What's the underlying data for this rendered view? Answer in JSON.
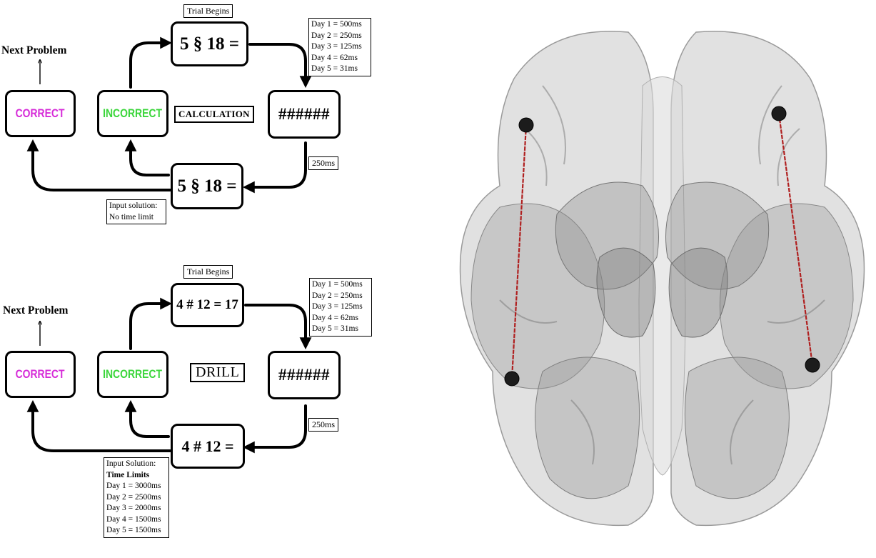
{
  "calculation_panel": {
    "trial_begins": "Trial Begins",
    "problem": "5 § 18 =",
    "mask": "######",
    "answer_prompt": "5 § 18 =",
    "mode_label": "CALCULATION",
    "correct": "CORRECT",
    "incorrect": "INCORRECT",
    "next_problem": "Next Problem",
    "mask_delay": "250ms",
    "durations": [
      "Day 1 = 500ms",
      "Day 2 = 250ms",
      "Day 3 = 125ms",
      "Day 4 = 62ms",
      "Day 5 = 31ms"
    ],
    "input_note": [
      "Input solution:",
      "No time limit"
    ]
  },
  "drill_panel": {
    "trial_begins": "Trial Begins",
    "problem": "4 # 12 = 17",
    "mask": "######",
    "answer_prompt": "4 # 12 =",
    "mode_label": "DRILL",
    "correct": "CORRECT",
    "incorrect": "INCORRECT",
    "next_problem": "Next Problem",
    "mask_delay": "250ms",
    "durations": [
      "Day 1 = 500ms",
      "Day 2 = 250ms",
      "Day 3 = 125ms",
      "Day 4 = 62ms",
      "Day 5 = 31ms"
    ],
    "input_note_title": "Input Solution:",
    "input_note_subtitle": "Time Limits",
    "input_limits": [
      "Day 1 = 3000ms",
      "Day 2 = 2500ms",
      "Day 3 = 2000ms",
      "Day 4 = 1500ms",
      "Day 5 = 1500ms"
    ]
  },
  "colors": {
    "correct": "#d62bd8",
    "incorrect": "#3bd63b",
    "electrode_line": "#b02020",
    "brain_fill": "#8a8a8a"
  }
}
